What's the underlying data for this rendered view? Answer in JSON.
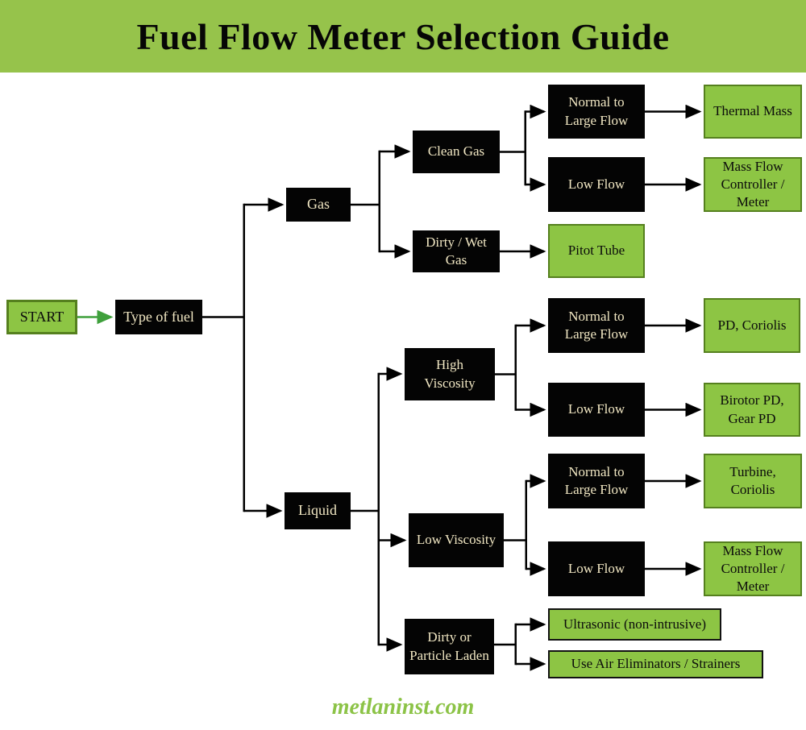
{
  "header": {
    "title": "Fuel Flow Meter Selection Guide"
  },
  "footer": {
    "website": "metlaninst.com"
  },
  "colors": {
    "header_bg": "#96C34B",
    "title_text": "#060606",
    "green_fill": "#8DC544",
    "green_border": "#55801E",
    "outlined_border": "#121212",
    "black_fill": "#040404",
    "black_text": "#F1E7C3",
    "green_text": "#0B0B0B",
    "line": "#000000",
    "green_arrow": "#3FA03C",
    "footer_text": "#8CC347"
  },
  "nodes": [
    {
      "id": "start",
      "label": "START",
      "variant": "green",
      "big": true
    },
    {
      "id": "type-of-fuel",
      "label": "Type of fuel",
      "variant": "black",
      "big": true
    },
    {
      "id": "gas",
      "label": "Gas",
      "variant": "black",
      "big": true
    },
    {
      "id": "clean-gas",
      "label": "Clean Gas",
      "variant": "black"
    },
    {
      "id": "dirty-wet-gas",
      "label": "Dirty / Wet\nGas",
      "variant": "black"
    },
    {
      "id": "gas-normal-large",
      "label": "Normal to\nLarge Flow",
      "variant": "black"
    },
    {
      "id": "thermal-mass",
      "label": "Thermal Mass",
      "variant": "green"
    },
    {
      "id": "gas-low-flow",
      "label": "Low Flow",
      "variant": "black"
    },
    {
      "id": "mass-flow-gas",
      "label": "Mass Flow\nController /\nMeter",
      "variant": "green"
    },
    {
      "id": "pitot-tube",
      "label": "Pitot Tube",
      "variant": "green"
    },
    {
      "id": "liquid",
      "label": "Liquid",
      "variant": "black",
      "big": true
    },
    {
      "id": "high-viscosity",
      "label": "High\nViscosity",
      "variant": "black"
    },
    {
      "id": "hv-normal-large",
      "label": "Normal to\nLarge Flow",
      "variant": "black"
    },
    {
      "id": "pd-coriolis",
      "label": "PD, Coriolis",
      "variant": "green"
    },
    {
      "id": "hv-low-flow",
      "label": "Low Flow",
      "variant": "black"
    },
    {
      "id": "birotor-pd",
      "label": "Birotor PD,\nGear PD",
      "variant": "green"
    },
    {
      "id": "low-viscosity",
      "label": "Low Viscosity",
      "variant": "black"
    },
    {
      "id": "lv-normal-large",
      "label": "Normal to\nLarge Flow",
      "variant": "black"
    },
    {
      "id": "turbine-coriolis",
      "label": "Turbine,\nCoriolis",
      "variant": "green"
    },
    {
      "id": "lv-low-flow",
      "label": "Low Flow",
      "variant": "black"
    },
    {
      "id": "mass-flow-liquid",
      "label": "Mass Flow\nController /\nMeter",
      "variant": "green"
    },
    {
      "id": "dirty-particle",
      "label": "Dirty or\nParticle Laden",
      "variant": "black"
    },
    {
      "id": "ultrasonic",
      "label": "Ultrasonic (non-intrusive)",
      "variant": "green-outlined"
    },
    {
      "id": "air-eliminators",
      "label": "Use Air Eliminators / Strainers",
      "variant": "green-outlined"
    }
  ]
}
